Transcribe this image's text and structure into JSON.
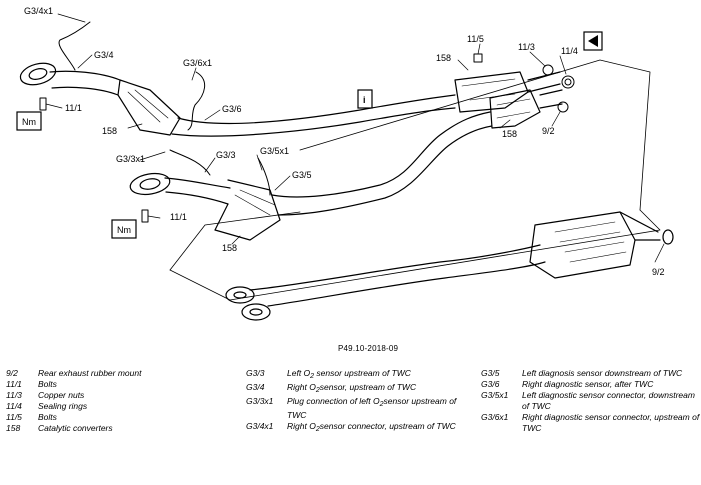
{
  "diagram": {
    "labels": {
      "g3_4x1": "G3/4x1",
      "g3_4": "G3/4",
      "l11_1_top": "11/1",
      "nm_top": "Nm",
      "l158_left": "158",
      "g3_6x1": "G3/6x1",
      "g3_6": "G3/6",
      "g3_3x1": "G3/3x1",
      "g3_3": "G3/3",
      "g3_5x1": "G3/5x1",
      "g3_5": "G3/5",
      "l11_1_bottom": "11/1",
      "nm_bottom": "Nm",
      "l158_bottom": "158",
      "l11_5": "11/5",
      "l11_3": "11/3",
      "l11_4": "11/4",
      "l158_top": "158",
      "l158_right": "158",
      "l9_2_top": "9/2",
      "l9_2_bottom": "9/2",
      "info_symbol": "i"
    },
    "reference": "P49.10-2018-09"
  },
  "legend": {
    "col1": [
      {
        "key": "9/2",
        "text": "Rear exhaust rubber mount"
      },
      {
        "key": "11/1",
        "text": "Bolts"
      },
      {
        "key": "11/3",
        "text": "Copper nuts"
      },
      {
        "key": "11/4",
        "text": "Sealing rings"
      },
      {
        "key": "11/5",
        "text": "Bolts"
      },
      {
        "key": "158",
        "text": "Catalytic converters"
      }
    ],
    "col2": [
      {
        "key": "G3/3",
        "pre": "Left O",
        "sub": "2",
        "post": " sensor upstream of TWC"
      },
      {
        "key": "G3/4",
        "pre": "Right O",
        "sub": "2",
        "post": "sensor, upstream of TWC"
      },
      {
        "key": "G3/3x1",
        "pre": "Plug connection of left O",
        "sub": "2",
        "post": "sensor upstream of TWC"
      },
      {
        "key": "G3/4x1",
        "pre": "Right O",
        "sub": "2",
        "post": "sensor connector, upstream of TWC"
      }
    ],
    "col3": [
      {
        "key": "G3/5",
        "text": "Left diagnosis sensor downstream of TWC"
      },
      {
        "key": "G3/6",
        "text": "Right diagnostic sensor, after TWC"
      },
      {
        "key": "G3/5x1",
        "text": "Left diagnostic sensor connector, downstream of TWC"
      },
      {
        "key": "G3/6x1",
        "text": "Right diagnostic sensor connector, upstream of TWC"
      }
    ]
  }
}
